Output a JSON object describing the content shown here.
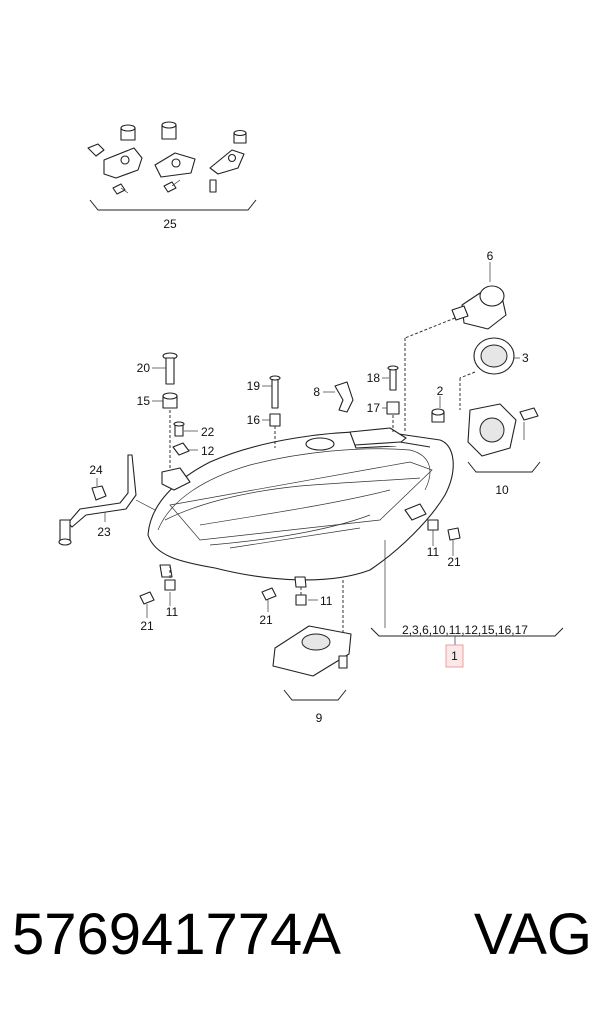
{
  "callouts": {
    "n1": "1",
    "n2": "2",
    "n3": "3",
    "n6": "6",
    "n8": "8",
    "n9": "9",
    "n10": "10",
    "n11a": "11",
    "n11b": "11",
    "n11c": "11",
    "n12": "12",
    "n15": "15",
    "n16": "16",
    "n17": "17",
    "n18": "18",
    "n19": "19",
    "n20": "20",
    "n21a": "21",
    "n21b": "21",
    "n21c": "21",
    "n22": "22",
    "n23": "23",
    "n24": "24",
    "n25": "25",
    "group1": "2,3,6,10,11,12,15,16,17"
  },
  "footer": {
    "part_number": "576941774A",
    "brand": "VAG"
  },
  "colors": {
    "highlight_box": "#e8a0a0",
    "highlight_fill": "#fbe9e9"
  }
}
